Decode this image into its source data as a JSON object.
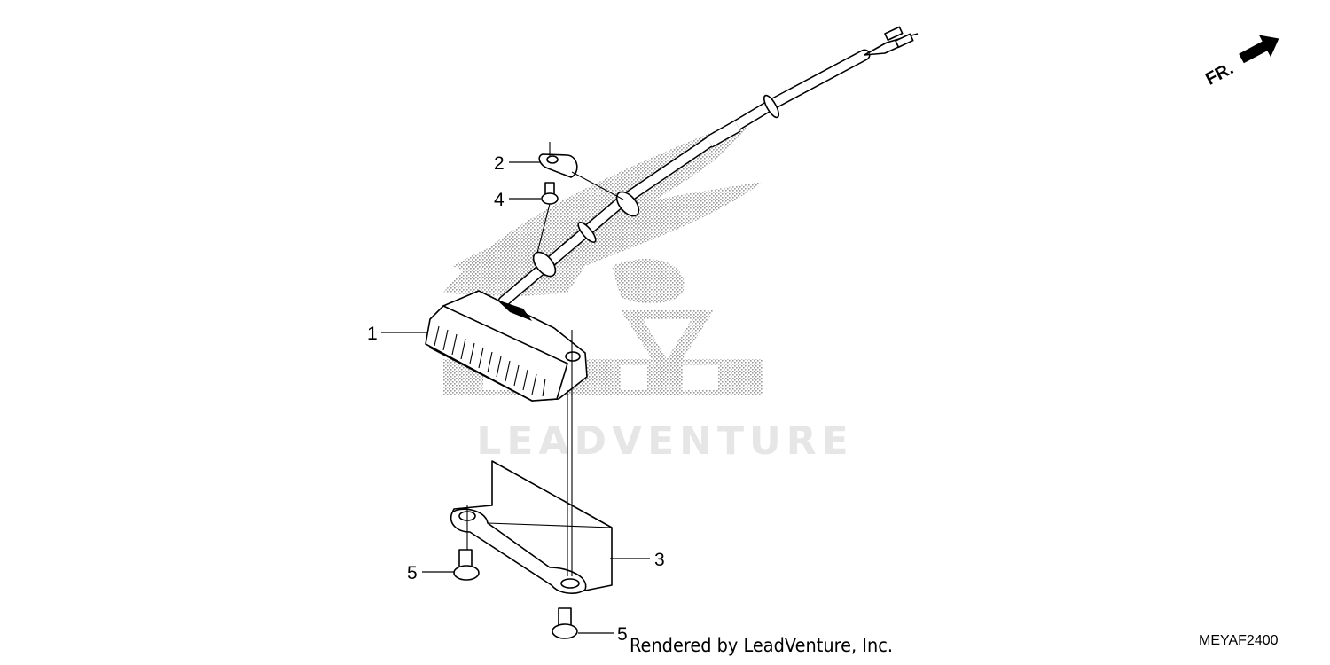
{
  "callouts": [
    {
      "number": "1",
      "part": "taillight"
    },
    {
      "number": "2",
      "part": "cable-clamp"
    },
    {
      "number": "3",
      "part": "bracket"
    },
    {
      "number": "4",
      "part": "screw"
    },
    {
      "number": "5",
      "part": "bolt"
    },
    {
      "number": "5",
      "part": "bolt"
    }
  ],
  "direction_label": "FR.",
  "watermark": {
    "brand_text": "LEADVENTURE"
  },
  "footer": {
    "credit": "Rendered by LeadVenture, Inc.",
    "diagram_code": "MEYAF2400"
  }
}
